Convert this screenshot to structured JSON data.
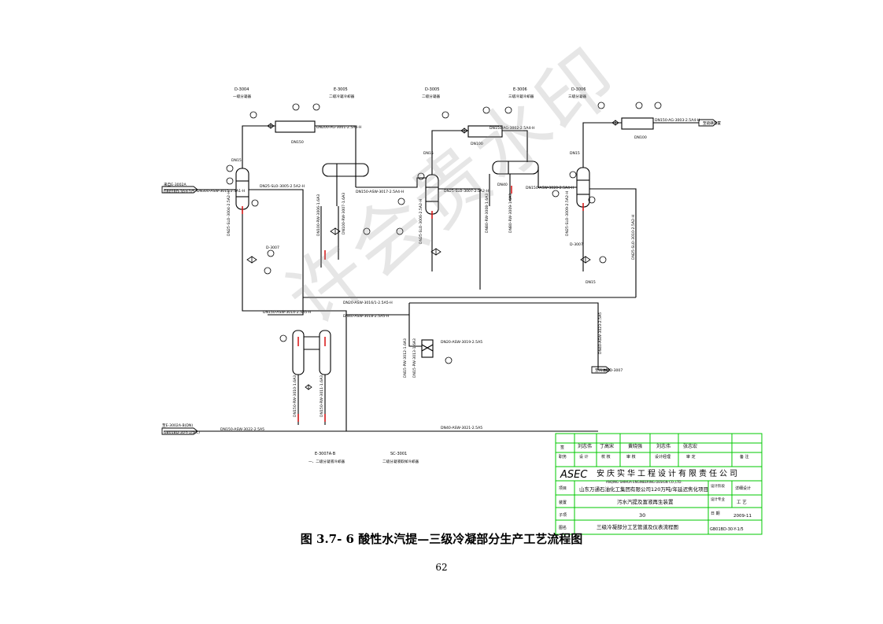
{
  "figure": {
    "caption": "图 3.7- 6 酸性水汽提—三级冷凝部分生产工艺流程图",
    "page_number": "62",
    "watermark": "许会贵水印"
  },
  "equipment": {
    "d3004": {
      "tag": "D-3004",
      "name": "一级分凝器"
    },
    "e3005": {
      "tag": "E-3005",
      "name": "二级冷凝冷却器"
    },
    "d3005": {
      "tag": "D-3005",
      "name": "二级分凝器"
    },
    "e3006": {
      "tag": "E-3006",
      "name": "三级冷凝冷却器"
    },
    "d3006": {
      "tag": "D-3006",
      "name": "三级分凝器"
    },
    "e3007": {
      "tag": "E-3007A·B",
      "name": "一、二级分凝液冷却器"
    },
    "sc3001": {
      "tag": "SC-3001",
      "name": "二级分凝液取样冷却器"
    }
  },
  "offpage": {
    "from_e3002": "来自E-3002A",
    "to_torch": "至硫磺装置",
    "to_d3007": "至污油罐D-3007",
    "to_e3002b": "至E-3002A·B(DN)",
    "ref1": "GB01BD-30-Y-1/5",
    "ref2": "GB01BD-30-Y-1/5(C)"
  },
  "lines": {
    "l3015": "DN300-ASW-3015-2.5A1-H",
    "l3005": "DN25-SLO-3005-2.5A2-H",
    "l3001": "DN200-AG-3001-2.5A4-H",
    "l3002": "DN150-AG-3002-2.5A4-H",
    "l3003": "DN150-AG-3003-2.5A4-H",
    "l3017": "DN150-ASW-3017-2.5A4-H",
    "l3007": "DN25-SLO-3007-2.5A2-H",
    "l3020": "DN150-ASW-3020-2.5A4-H",
    "l3016": "DN20-ASW-3016/1-2.5A5-H",
    "l3018": "DN40-ASW-3018-2.5A5-H",
    "l3014": "DN150-ASW-3014-2.5A5-H",
    "l3019": "DN20-ASW-3019-2.5A5",
    "l3022": "DN150-ASW-3022-2.5A5",
    "l3021": "DN40-ASW-3021-2.5A5",
    "v3004": "DN25-SLO-3004-2.5A2-H",
    "v3006": "DN25-SLO-3006-2.5A2-H",
    "v3009": "DN25-SLO-3009-2.5A2-H",
    "v3010": "DN25-SLO-3010-2.5A2-H",
    "vcw1": "DN100-RW-3006-1.6A3",
    "vcw2": "DN100-RW-3007-1.6A3",
    "vcw3": "DN80-RW-3008-1.6A3",
    "vcw4": "DN80-RW-3009-1.6A3",
    "vcw5": "DN150-RW-3010-1.6A3",
    "vcw6": "DN150-RW-3011-1.6A3",
    "vcw7": "DN15-PW-3012-1.6A3",
    "vcw8": "DN15-PW-3013-1.6A3",
    "v3023": "DN40-ASW-3023-2.5A5",
    "dn15": "DN15",
    "dn40": "DN40",
    "dn150": "DN150",
    "dn100": "DN100",
    "dn200": "DN200",
    "d3007": "D-3007"
  },
  "title_block": {
    "names": [
      "刘志伟",
      "丁高宋",
      "黄晓强",
      "刘志伟",
      "张志宏"
    ],
    "roles": [
      "设 计",
      "校 核",
      "审 核",
      "设计经理",
      "审 定",
      "备 注"
    ],
    "company_en": "ASEC",
    "company_cn": "安庆实华工程设计有限责任公司",
    "company_sub": "ANQING SHIHUA ENGINEERING DESIGN CO.,LTD.",
    "project": "山东万通石油化工集团有限公司120万吨/年延迟焦化项目",
    "unit": "污水汽提及富液再生装置",
    "sheet_no": "30",
    "date": "2009-11",
    "drawing_title": "三级冷凝部分工艺管道及仪表流程图",
    "stage_label": "设计阶段",
    "stage": "详细设计",
    "discipline_label": "设计专业",
    "discipline": "工 艺",
    "date_label": "日 期",
    "drawing_no": "GB01BD-30-Y-1/5",
    "project_label": "项目",
    "unit_label": "装置",
    "sheet_label": "子项",
    "title_label": "图名",
    "sig_label": "签",
    "role_label": "职务"
  },
  "colors": {
    "line": "#000000",
    "titleblock": "#00c800",
    "accent": "#d40000",
    "watermark": "#8c8c8c"
  }
}
